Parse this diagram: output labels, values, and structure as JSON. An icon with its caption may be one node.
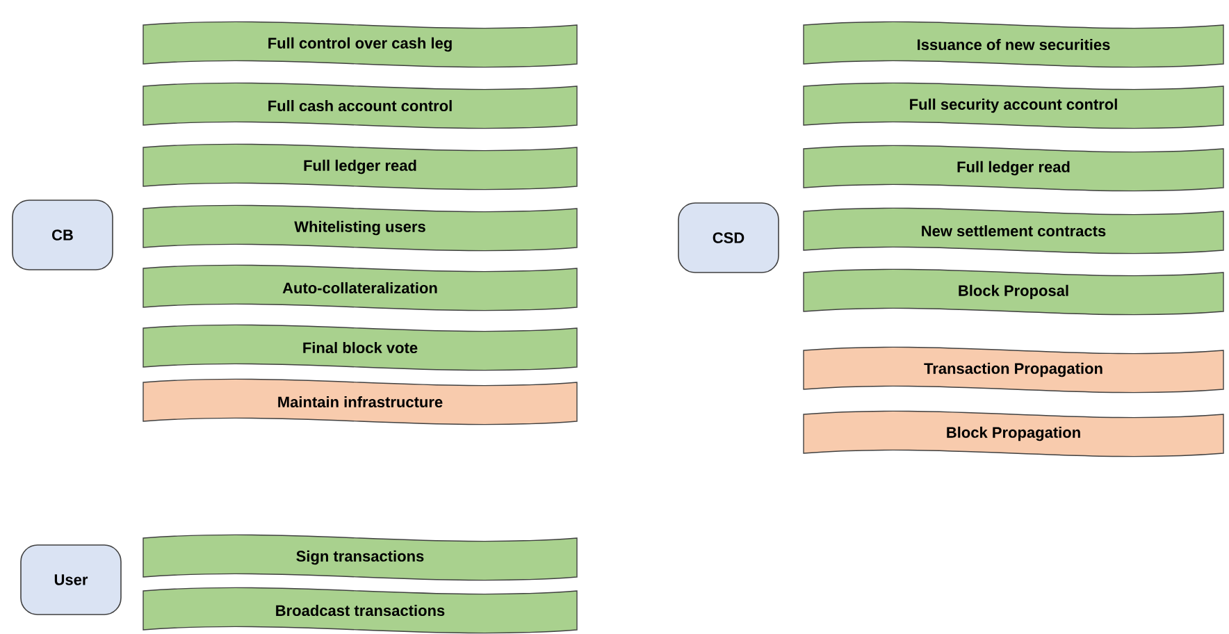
{
  "diagram": {
    "nodes": [
      {
        "text": [
          "CB"
        ]
      },
      {
        "text": [
          "Full control over cash leg"
        ]
      },
      {
        "text": [
          "Full cash account control"
        ]
      },
      {
        "text": [
          "Full ledger read"
        ]
      },
      {
        "text": [
          "Whitelisting users"
        ]
      },
      {
        "text": [
          "Auto-collateralization"
        ]
      },
      {
        "text": [
          "Final block vote"
        ]
      },
      {
        "text": [
          "Maintain infrastructure"
        ]
      },
      {
        "text": [
          "CSD"
        ]
      },
      {
        "text": [
          "Issuance of new securities"
        ]
      },
      {
        "text": [
          "Full security account control"
        ]
      },
      {
        "text": [
          "Full ledger read"
        ]
      },
      {
        "text": [
          "New settlement contracts"
        ]
      },
      {
        "text": [
          "Block Proposal"
        ]
      },
      {
        "text": [
          "Transaction Propagation"
        ]
      },
      {
        "text": [
          "Block Propagation"
        ]
      },
      {
        "text": [
          "User"
        ]
      },
      {
        "text": [
          "Sign transactions"
        ]
      },
      {
        "text": [
          "Broadcast transactions"
        ]
      }
    ]
  }
}
